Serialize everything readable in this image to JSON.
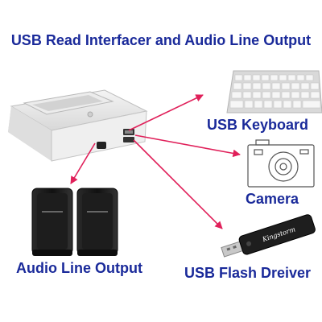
{
  "title": "USB Read Interfacer and Audio Line Output",
  "labels": {
    "keyboard": "USB  Keyboard",
    "camera": "Camera",
    "audio": "Audio  Line Output",
    "flash": "USB Flash Dreiver"
  },
  "flash_drive_brand": "Kingstorm",
  "colors": {
    "text": "#1a2a9a",
    "arrow": "#e0205a"
  },
  "icons": [
    "dock-icon",
    "keyboard-icon",
    "camera-icon",
    "speakers-icon",
    "usb-flash-drive-icon"
  ]
}
